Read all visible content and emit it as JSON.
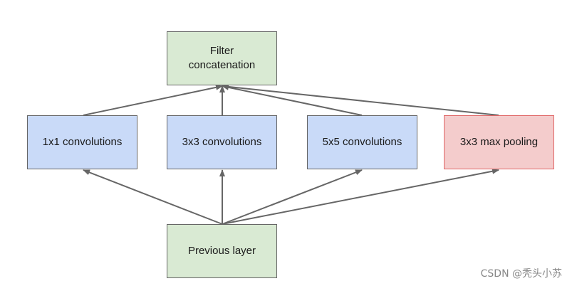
{
  "nodes": {
    "filter_concatenation": {
      "line1": "Filter",
      "line2": "concatenation"
    },
    "conv_1x1": {
      "label": "1x1 convolutions"
    },
    "conv_3x3": {
      "label": "3x3 convolutions"
    },
    "conv_5x5": {
      "label": "5x5 convolutions"
    },
    "max_pool_3x3": {
      "label": "3x3 max pooling"
    },
    "previous_layer": {
      "label": "Previous layer"
    }
  },
  "colors": {
    "green_fill": "#d9ead3",
    "blue_fill": "#c9daf8",
    "red_fill": "#f4cccc",
    "red_border": "#e06666",
    "border": "#666666",
    "arrow": "#666666"
  },
  "watermark": "CSDN @秃头小苏"
}
